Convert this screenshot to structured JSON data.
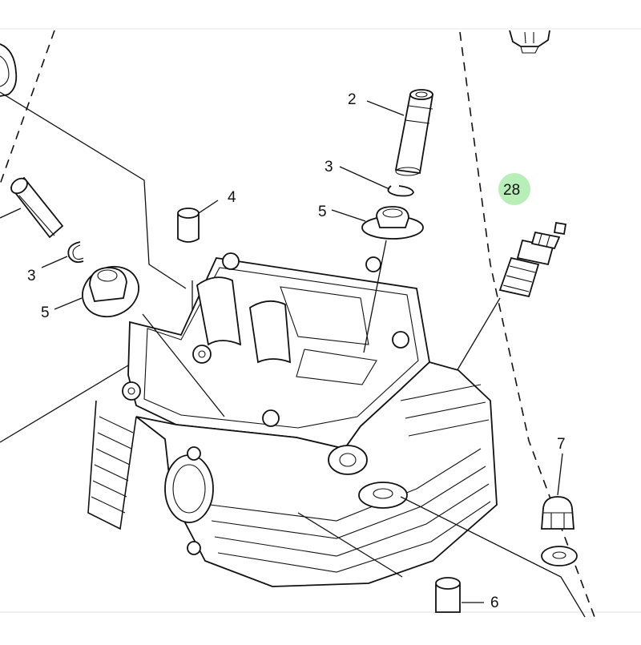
{
  "diagram": {
    "callouts": {
      "c2": "2",
      "c3_right": "3",
      "c3_left": "3",
      "c4": "4",
      "c5_right": "5",
      "c5_left": "5",
      "c6": "6",
      "c7": "7",
      "c28": "28"
    },
    "highlight_color": "#7ee07e",
    "line_color": "#111111",
    "background_color": "#ffffff"
  }
}
